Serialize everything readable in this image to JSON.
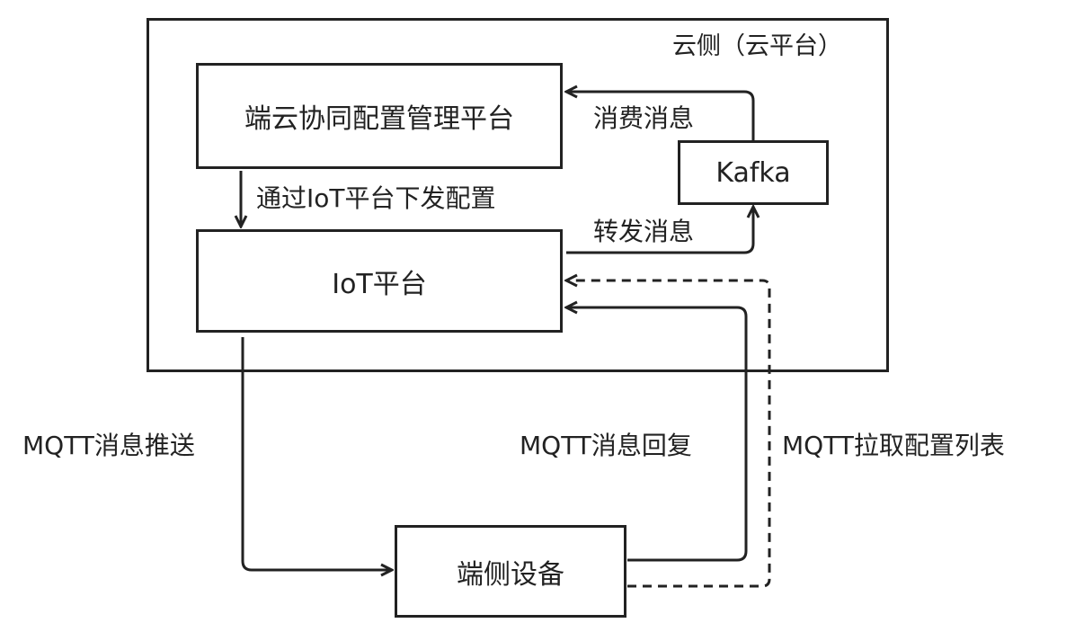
{
  "cloud_region": {
    "title": "云侧（云平台）"
  },
  "nodes": {
    "config_platform": "端云协同配置管理平台",
    "kafka": "Kafka",
    "iot_platform": "IoT平台",
    "edge_device": "端侧设备"
  },
  "edges": {
    "consume": "消费消息",
    "deliver_config": "通过IoT平台下发配置",
    "forward": "转发消息",
    "mqtt_push": "MQTT消息推送",
    "mqtt_reply": "MQTT消息回复",
    "mqtt_pull": "MQTT拉取配置列表"
  }
}
